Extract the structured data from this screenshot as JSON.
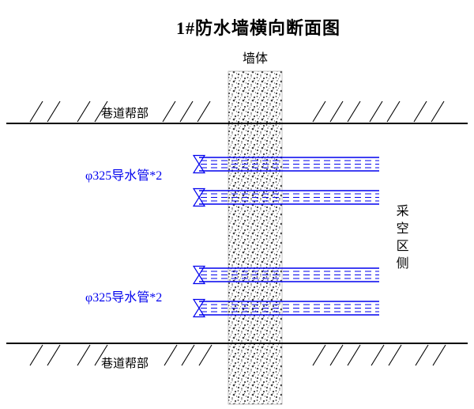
{
  "title": "1#防水墙横向断面图",
  "labels": {
    "wall": "墙体",
    "roadway_top": "巷道帮部",
    "roadway_bottom": "巷道帮部",
    "goaf_side": "采空区侧"
  },
  "pipes": {
    "upper_label": "φ325导水管*2",
    "lower_label": "φ325导水管*2"
  },
  "colors": {
    "pipe": "#0000ee",
    "line": "#000000",
    "background": "#ffffff"
  }
}
